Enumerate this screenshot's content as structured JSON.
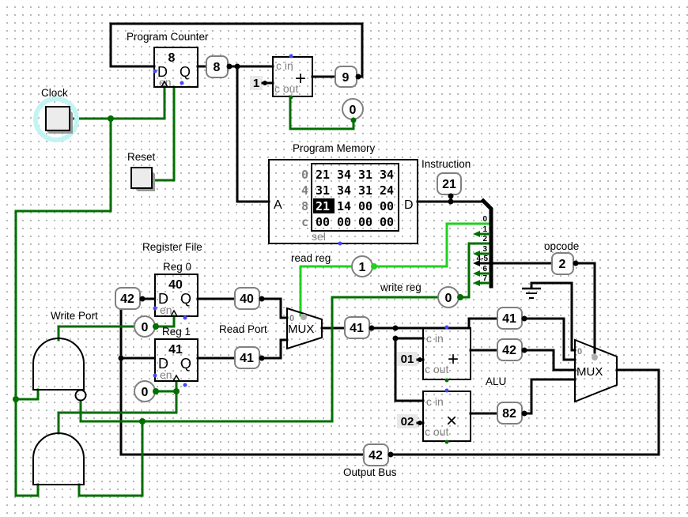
{
  "colors": {
    "canvas_bg": "#ffffff",
    "grid_dot": "#b4b4b4",
    "bus_wire": "#000000",
    "wire_high": "#1ed21e",
    "wire_low": "#006e00",
    "probe_border": "#808080",
    "gray_text": "#808080",
    "constant_bg": "#e8e8e8",
    "floating_pin": "#4646ff",
    "disabled_pin": "#b0b0b0",
    "button_face": "#ececec",
    "button_shadow": "#999999",
    "clock_halo": "#c2f4f4",
    "highlight_cell_bg": "#000000",
    "highlight_cell_text": "#ffffff"
  },
  "labels": {
    "program_counter": "Program Counter",
    "clock": "Clock",
    "reset": "Reset",
    "program_memory": "Program Memory",
    "instruction": "Instruction",
    "opcode": "opcode",
    "register_file": "Register File",
    "reg0": "Reg 0",
    "reg1": "Reg 1",
    "read_reg": "read reg",
    "write_reg": "write reg",
    "read_port": "Read Port",
    "write_port": "Write Port",
    "alu": "ALU",
    "output_bus": "Output Bus"
  },
  "probes": {
    "pc": "8",
    "pc_next": "9",
    "carry_out": "0",
    "instruction": "21",
    "opcode": "2",
    "read_reg_sel": "1",
    "write_reg_sel": "0",
    "reg0_in": "42",
    "reg0_out": "40",
    "reg1_out": "41",
    "reg0_write_en": "0",
    "reg1_write_en": "0",
    "read_port_out": "41",
    "alu_operand": "41",
    "alu_sum": "42",
    "alu_product": "82",
    "output_bus": "42"
  },
  "registers": {
    "pc": {
      "value": "8",
      "d": "D",
      "q": "Q",
      "en": "en"
    },
    "reg0": {
      "value": "40",
      "d": "D",
      "q": "Q",
      "en": "en"
    },
    "reg1": {
      "value": "41",
      "d": "D",
      "q": "Q",
      "en": "en"
    }
  },
  "memory": {
    "addr_label": "A",
    "data_label": "D",
    "sel_label": "sel",
    "rows": [
      {
        "addr": "0",
        "bytes": [
          "21",
          "34",
          "31",
          "34"
        ]
      },
      {
        "addr": "4",
        "bytes": [
          "31",
          "34",
          "31",
          "24"
        ]
      },
      {
        "addr": "8",
        "bytes": [
          "21",
          "14",
          "00",
          "00"
        ],
        "highlight": 0
      },
      {
        "addr": "c",
        "bytes": [
          "00",
          "00",
          "00",
          "00"
        ]
      }
    ]
  },
  "splitter": {
    "bit_labels": [
      "0",
      "1",
      "2",
      "3",
      "4-5",
      "6",
      "7"
    ]
  },
  "adders": {
    "pc_adder": {
      "cin": "c in",
      "op": "+",
      "cout": "c out"
    },
    "alu_adder": {
      "cin": "c in",
      "op": "+",
      "cout": "c out"
    },
    "alu_multiplier": {
      "cin": "c in",
      "op": "×",
      "cout": "c out"
    }
  },
  "constants": {
    "increment": "1",
    "alu_add_operand": "01",
    "alu_mul_operand": "02"
  },
  "muxes": {
    "read_port": {
      "label": "MUX",
      "input0_label": "0"
    },
    "alu_out": {
      "label": "MUX",
      "input0_label": "0"
    }
  }
}
